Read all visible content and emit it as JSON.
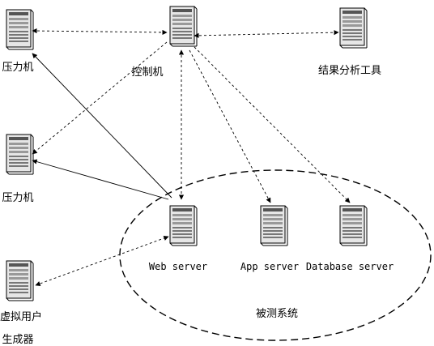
{
  "nodes": {
    "pressure1": {
      "label": "压力机"
    },
    "control": {
      "label": "控制机"
    },
    "analysis": {
      "label": "结果分析工具"
    },
    "pressure2": {
      "label": "压力机"
    },
    "virtual": {
      "label_line1": "虚拟用户",
      "label_line2": "生成器"
    },
    "web": {
      "label": "Web server"
    },
    "app": {
      "label": "App server"
    },
    "db": {
      "label": "Database server"
    }
  },
  "system_under_test": {
    "label": "被测系统"
  },
  "icons": {
    "server": "server-tower-icon"
  },
  "colors": {
    "line": "#000000",
    "server_body": "#e6e6e6",
    "server_dark": "#555555"
  }
}
